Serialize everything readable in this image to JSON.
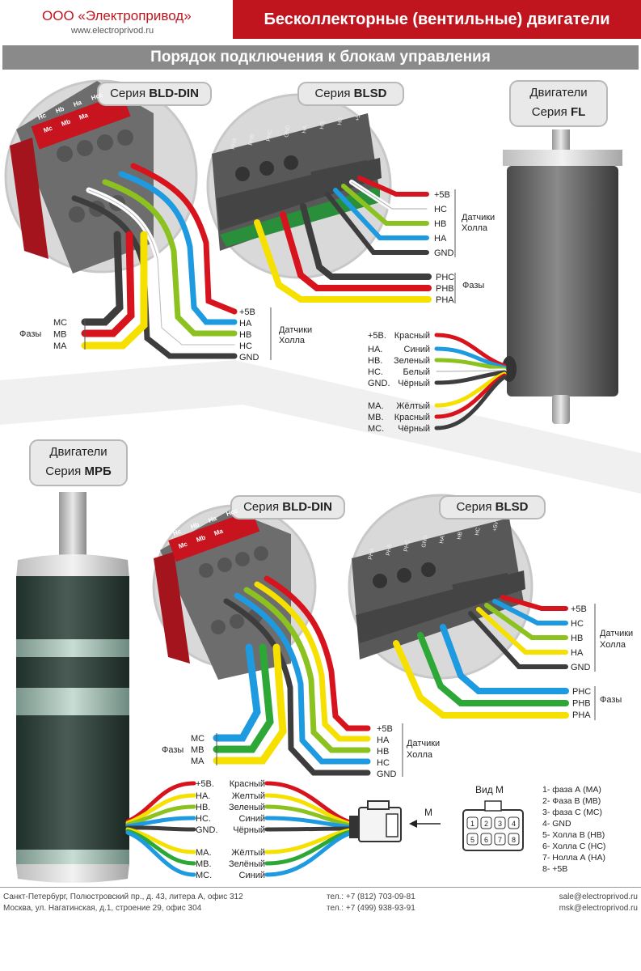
{
  "header": {
    "company": "ООО «Электропривод»",
    "site": "www.electroprivod.ru",
    "title": "Бесколлекторные (вентильные) двигатели",
    "subtitle": "Порядок подключения к блокам управления"
  },
  "tags": {
    "series_word": "Серия",
    "motors_word": "Двигатели",
    "bld_din": "BLD-DIN",
    "blsd": "BLSD",
    "fl": "FL",
    "mpb": "МРБ"
  },
  "colors": {
    "red": "#d7131d",
    "blue": "#1d9ae0",
    "green": "#8cc21f",
    "green_dark": "#2da836",
    "white": "#ffffff",
    "black": "#3d3d3d",
    "yellow": "#f6e000",
    "brand": "#c0151f"
  },
  "terminals": {
    "bld": [
      "Hc",
      "Hb",
      "Ha",
      "Hcc"
    ],
    "bld_bottom": [
      "Mc",
      "Mb",
      "Ma"
    ],
    "blsd": [
      "PHA",
      "PHB",
      "PHC",
      "GND",
      "HA",
      "HB",
      "HC",
      "+5V"
    ]
  },
  "top_bld_din": {
    "hall_labels": [
      "+5В",
      "HA",
      "HB",
      "HC",
      "GND"
    ],
    "hall_group": [
      "Датчики",
      "Холла"
    ],
    "phase_labels": [
      "MC",
      "MB",
      "MA"
    ],
    "phase_group": "Фазы"
  },
  "top_blsd": {
    "hall_labels": [
      "+5В",
      "HC",
      "HB",
      "HA",
      "GND"
    ],
    "hall_group": [
      "Датчики",
      "Холла"
    ],
    "phase_labels": [
      "PHC",
      "PHB",
      "PHA"
    ],
    "phase_group": "Фазы"
  },
  "fl_leads": [
    {
      "code": "+5В.",
      "color_name": "Красный"
    },
    {
      "code": "HA.",
      "color_name": "Синий"
    },
    {
      "code": "HB.",
      "color_name": "Зеленый"
    },
    {
      "code": "HC.",
      "color_name": "Белый"
    },
    {
      "code": "GND.",
      "color_name": "Чёрный"
    },
    {
      "code": "MA.",
      "color_name": "Жёлтый"
    },
    {
      "code": "MB.",
      "color_name": "Красный"
    },
    {
      "code": "MC.",
      "color_name": "Чёрный"
    }
  ],
  "bottom_bld_din": {
    "phase_labels": [
      "MC",
      "MB",
      "MA"
    ],
    "phase_group": "Фазы",
    "hall_labels": [
      "+5В",
      "HA",
      "HB",
      "HC",
      "GND"
    ],
    "hall_group": [
      "Датчики",
      "Холла"
    ]
  },
  "bottom_blsd": {
    "hall_labels": [
      "+5В",
      "HC",
      "HB",
      "HA",
      "GND"
    ],
    "hall_group": [
      "Датчики",
      "Холла"
    ],
    "phase_labels": [
      "PHC",
      "PHB",
      "PHA"
    ],
    "phase_group": "Фазы"
  },
  "mpb_leads": [
    {
      "code": "+5В.",
      "color_name": "Красный"
    },
    {
      "code": "HA.",
      "color_name": "Желтый"
    },
    {
      "code": "HB.",
      "color_name": "Зеленый"
    },
    {
      "code": "HC.",
      "color_name": "Синий"
    },
    {
      "code": "GND.",
      "color_name": "Чёрный"
    },
    {
      "code": "MA.",
      "color_name": "Жёлтый"
    },
    {
      "code": "MB.",
      "color_name": "Зелёный"
    },
    {
      "code": "MC.",
      "color_name": "Синий"
    }
  ],
  "connector": {
    "view_label": "Вид М",
    "arrow_label": "M",
    "pins": [
      "1",
      "2",
      "3",
      "4",
      "5",
      "6",
      "7",
      "8"
    ],
    "legend": [
      "1- фаза А (МА)",
      "2- Фаза В (МВ)",
      "3- фаза С (МС)",
      "4- GND",
      "5- Холла  В (НВ)",
      "6- Холла С (НС)",
      "7- Нолла А (НА)",
      "8- +5В"
    ]
  },
  "footer": {
    "address1": "Санкт-Петербург, Полюстровский пр., д. 43, литера А, офис 312",
    "address2": "Москва, ул. Нагатинская, д.1, строение 29, офис 304",
    "phone1": "тел.: +7 (812) 703-09-81",
    "phone2": "тел.: +7 (499) 938-93-91",
    "email1": "sale@electroprivod.ru",
    "email2": "msk@electroprivod.ru"
  }
}
